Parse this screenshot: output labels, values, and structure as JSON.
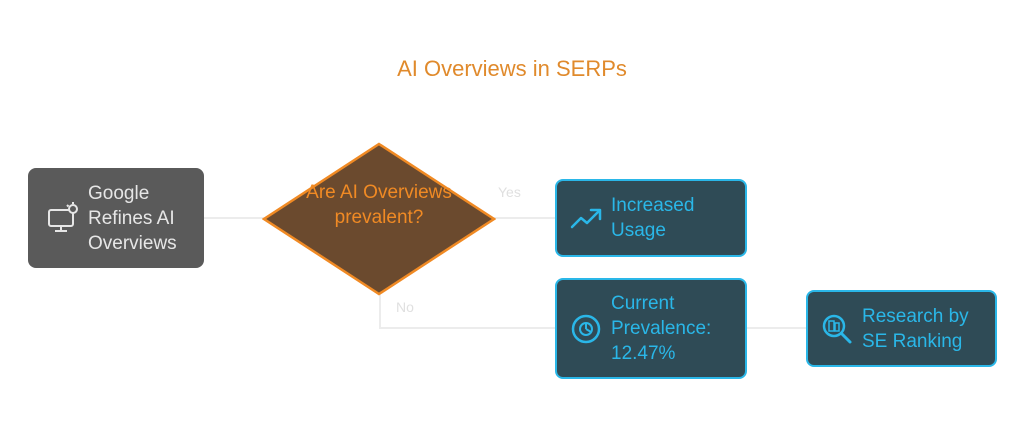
{
  "title": "AI Overviews in SERPs",
  "nodes": {
    "start": {
      "label": "Google Refines AI Overviews",
      "icon": "computer-settings-icon"
    },
    "decision": {
      "label": "Are AI Overviews prevalent?"
    },
    "increased": {
      "label": "Increased Usage",
      "icon": "trending-up-icon"
    },
    "current": {
      "label": "Current Prevalence: 12.47%",
      "icon": "pie-chart-icon"
    },
    "research": {
      "label": "Research by SE Ranking",
      "icon": "search-document-icon"
    }
  },
  "edges": {
    "yes_label": "Yes",
    "no_label": "No"
  },
  "colors": {
    "accent_orange": "#f08a24",
    "diamond_fill": "#6b4a2e",
    "teal_border": "#2ab7e8",
    "teal_fill": "#2f4b56",
    "gray_fill": "#5a5a5a"
  }
}
